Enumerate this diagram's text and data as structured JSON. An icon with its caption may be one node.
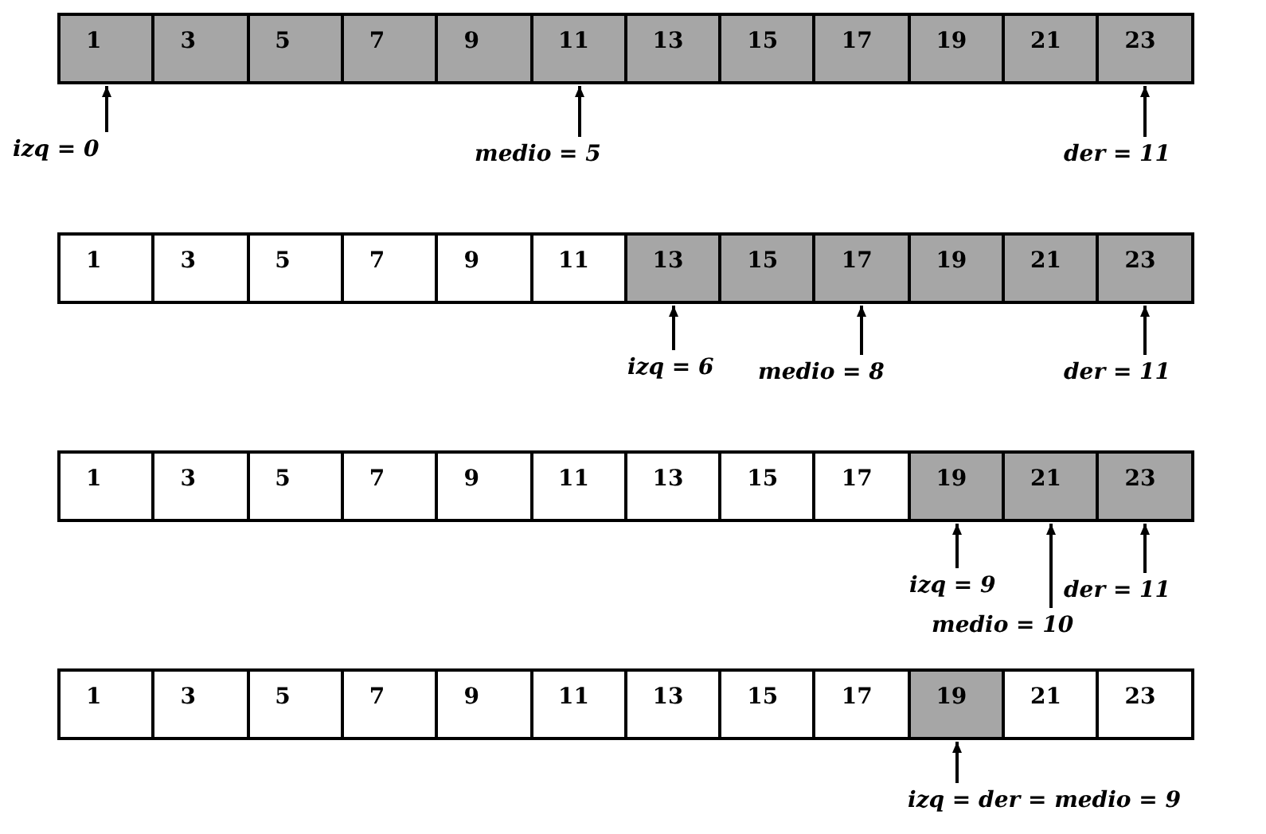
{
  "diagram": {
    "nodes": [
      {
        "text": [
          "1"
        ]
      },
      {
        "text": [
          "3"
        ]
      },
      {
        "text": [
          "5"
        ]
      },
      {
        "text": [
          "7"
        ]
      },
      {
        "text": [
          "9"
        ]
      },
      {
        "text": [
          "11"
        ]
      },
      {
        "text": [
          "13"
        ]
      },
      {
        "text": [
          "15"
        ]
      },
      {
        "text": [
          "17"
        ]
      },
      {
        "text": [
          "19"
        ]
      },
      {
        "text": [
          "21"
        ]
      },
      {
        "text": [
          "23"
        ]
      },
      {
        "text": [
          "izq = 0"
        ]
      },
      {
        "text": [
          "medio = 5"
        ]
      },
      {
        "text": [
          "der = 11"
        ]
      },
      {
        "text": [
          "1"
        ]
      },
      {
        "text": [
          "3"
        ]
      },
      {
        "text": [
          "5"
        ]
      },
      {
        "text": [
          "7"
        ]
      },
      {
        "text": [
          "9"
        ]
      },
      {
        "text": [
          "11"
        ]
      },
      {
        "text": [
          "13"
        ]
      },
      {
        "text": [
          "15"
        ]
      },
      {
        "text": [
          "17"
        ]
      },
      {
        "text": [
          "19"
        ]
      },
      {
        "text": [
          "21"
        ]
      },
      {
        "text": [
          "23"
        ]
      },
      {
        "text": [
          "izq = 6"
        ]
      },
      {
        "text": [
          "medio = 8"
        ]
      },
      {
        "text": [
          "der = 11"
        ]
      },
      {
        "text": [
          "1"
        ]
      },
      {
        "text": [
          "3"
        ]
      },
      {
        "text": [
          "5"
        ]
      },
      {
        "text": [
          "7"
        ]
      },
      {
        "text": [
          "9"
        ]
      },
      {
        "text": [
          "11"
        ]
      },
      {
        "text": [
          "13"
        ]
      },
      {
        "text": [
          "15"
        ]
      },
      {
        "text": [
          "17"
        ]
      },
      {
        "text": [
          "19"
        ]
      },
      {
        "text": [
          "21"
        ]
      },
      {
        "text": [
          "23"
        ]
      },
      {
        "text": [
          "izq = 9"
        ]
      },
      {
        "text": [
          "der = 11"
        ]
      },
      {
        "text": [
          "medio = 10"
        ]
      },
      {
        "text": [
          "1"
        ]
      },
      {
        "text": [
          "3"
        ]
      },
      {
        "text": [
          "5"
        ]
      },
      {
        "text": [
          "7"
        ]
      },
      {
        "text": [
          "9"
        ]
      },
      {
        "text": [
          "11"
        ]
      },
      {
        "text": [
          "13"
        ]
      },
      {
        "text": [
          "15"
        ]
      },
      {
        "text": [
          "17"
        ]
      },
      {
        "text": [
          "19"
        ]
      },
      {
        "text": [
          "21"
        ]
      },
      {
        "text": [
          "23"
        ]
      },
      {
        "text": [
          "izq = der = medio = 9"
        ]
      }
    ],
    "edges": [
      {
        "from": 12,
        "to": 0,
        "arrow": "to"
      },
      {
        "from": 13,
        "to": 5,
        "arrow": "to"
      },
      {
        "from": 14,
        "to": 11,
        "arrow": "to"
      },
      {
        "from": 27,
        "to": 21,
        "arrow": "to"
      },
      {
        "from": 28,
        "to": 23,
        "arrow": "to"
      },
      {
        "from": 29,
        "to": 26,
        "arrow": "to"
      },
      {
        "from": 42,
        "to": 39,
        "arrow": "to"
      },
      {
        "from": 43,
        "to": 41,
        "arrow": "to"
      },
      {
        "from": 44,
        "to": 40,
        "arrow": "to"
      },
      {
        "from": 57,
        "to": 54,
        "arrow": "to"
      }
    ]
  }
}
